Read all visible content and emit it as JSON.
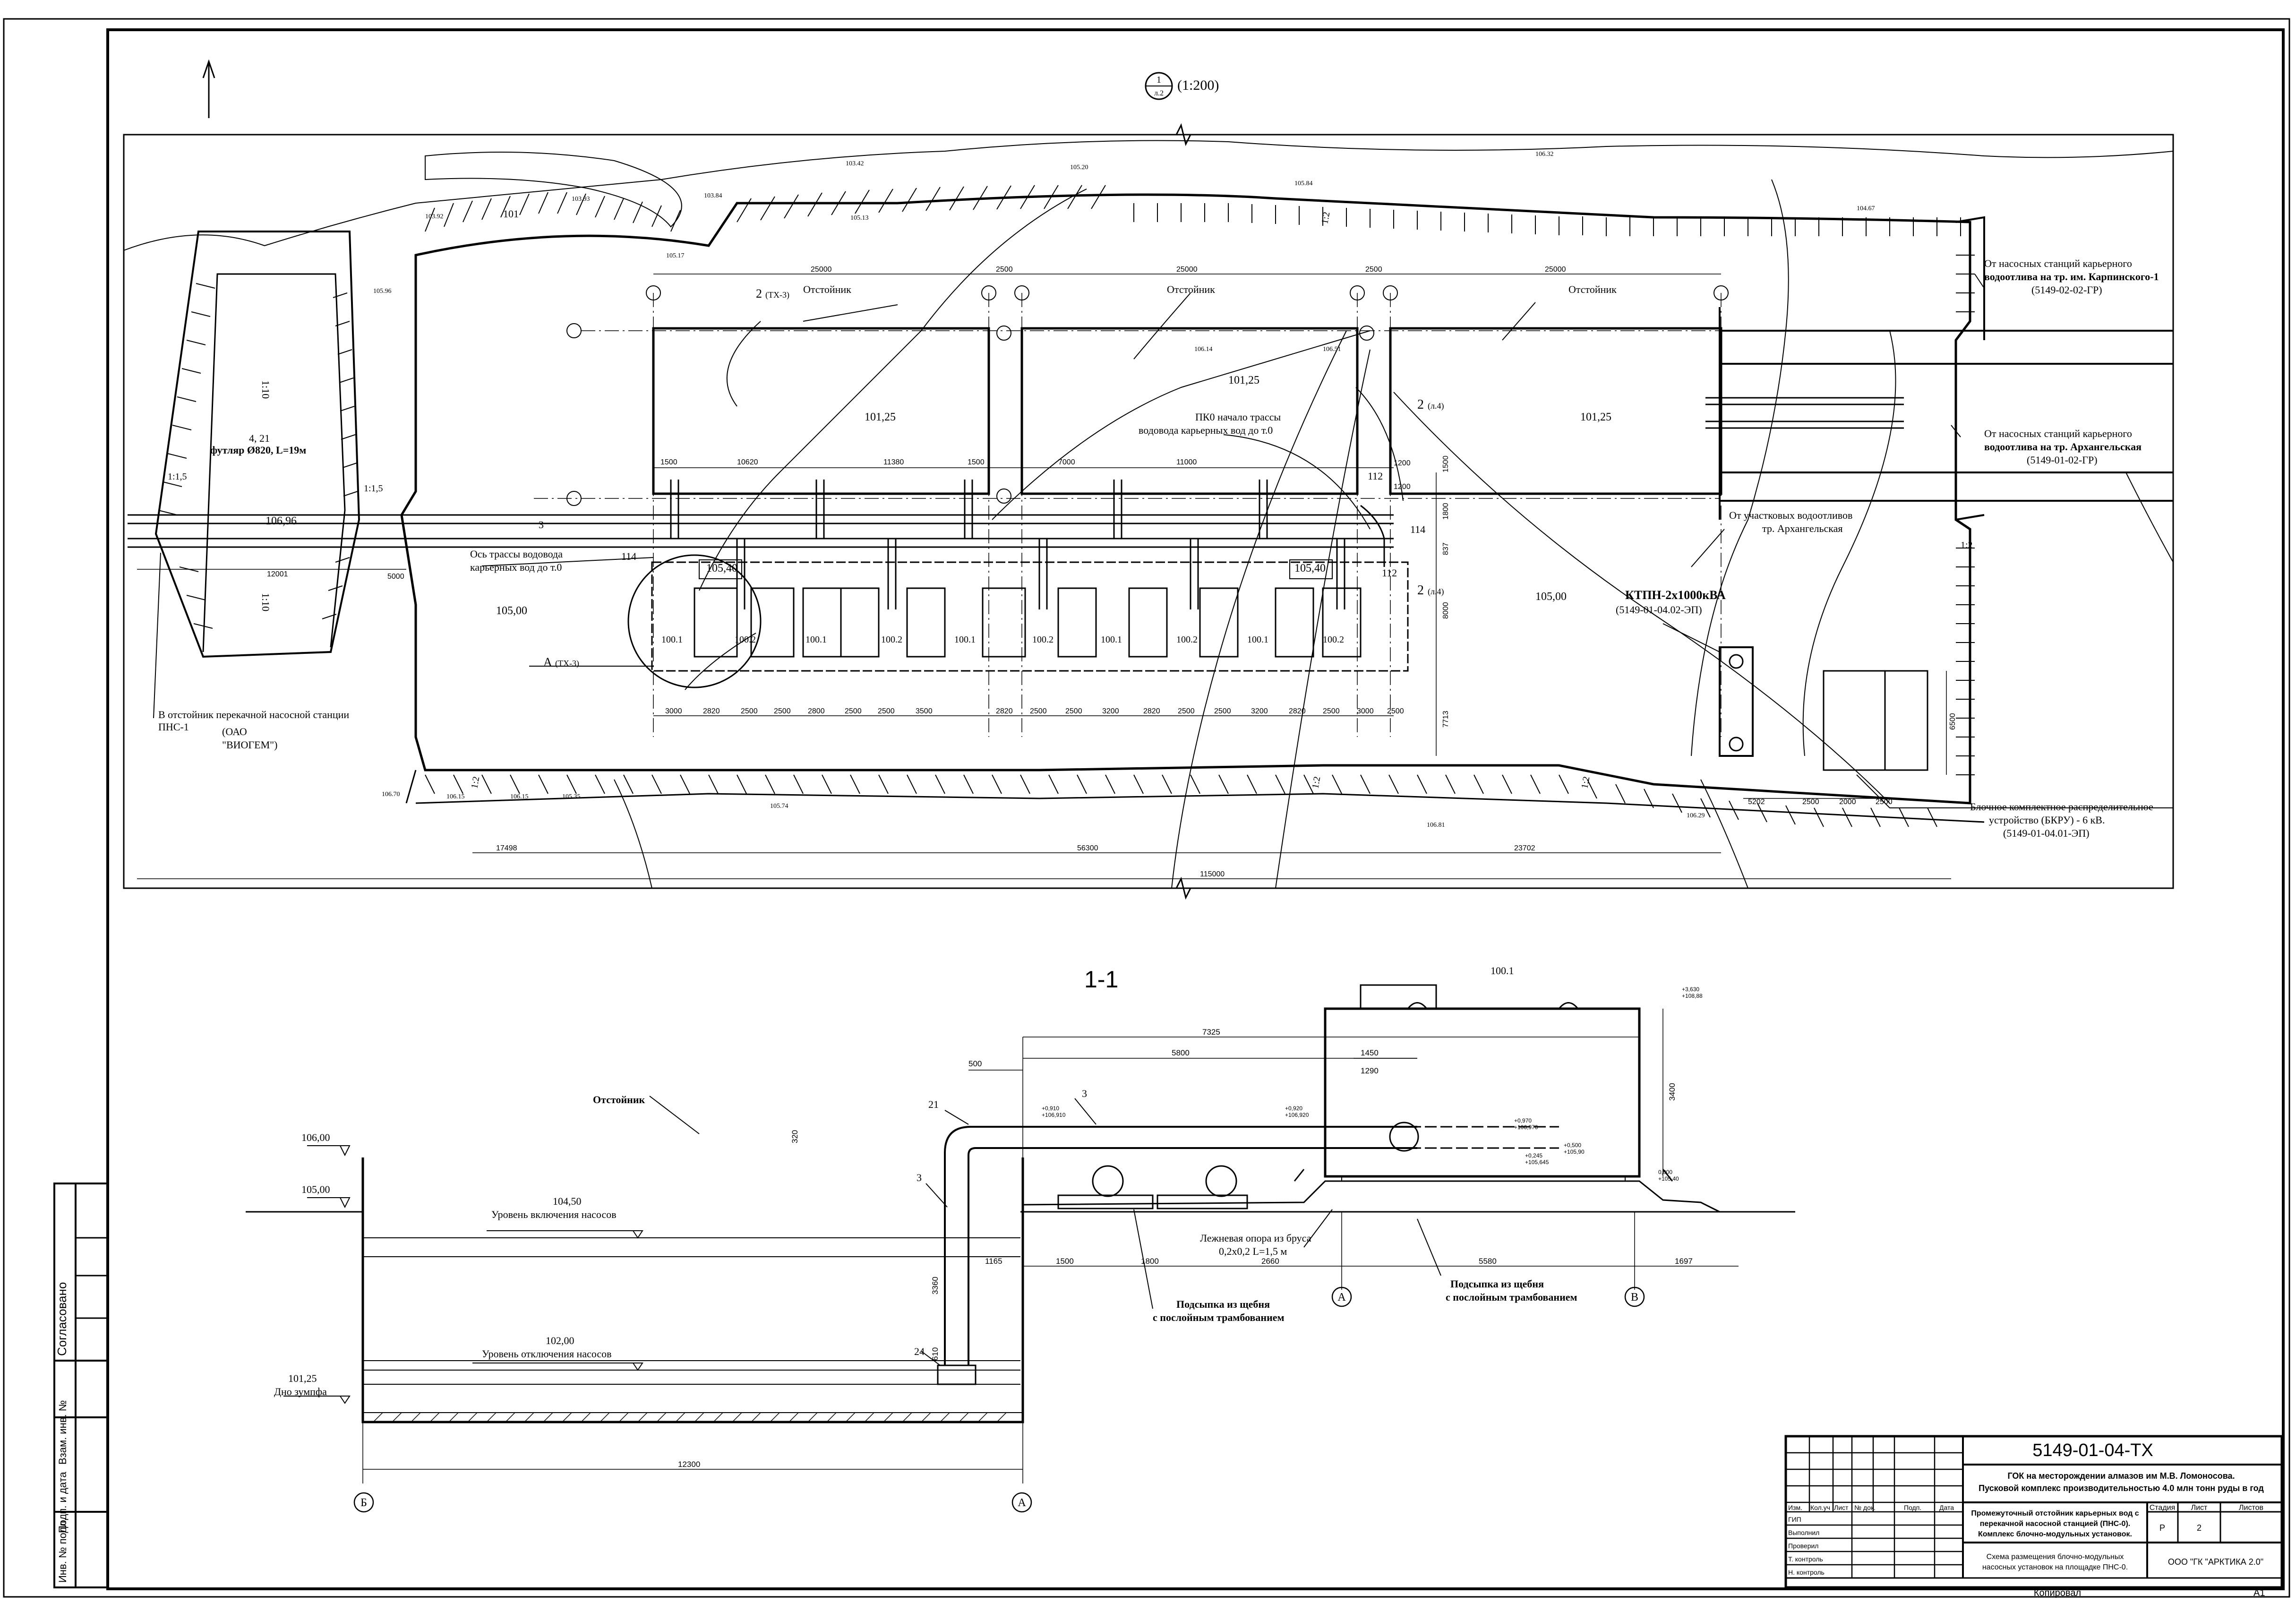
{
  "plan": {
    "view_callout_top": "1",
    "view_callout_bottom": "л.2",
    "view_scale": "(1:200)",
    "labels": {
      "sump": "Отстойник",
      "sump2": "Отстойник",
      "sump3": "Отстойник",
      "casing": "футляр Ø820, L=19м",
      "casing_top": "4, 21",
      "pk0_1": "ПК0 начало трассы",
      "pk0_2": "водовода карьерных вод до т.0",
      "axis_1": "Ось трассы водовода",
      "axis_2": "карьерных вод до т.0",
      "inflow1_1": "От насосных станций карьерного",
      "inflow1_2": "водоотлива на тр. им. Карпинского-1",
      "inflow1_3": "(5149-02-02-ГР)",
      "inflow2_1": "От насосных станций карьерного",
      "inflow2_2": "водоотлива на тр. Архангельская",
      "inflow2_3": "(5149-01-02-ГР)",
      "inflow3_1": "От участковых водоотливов",
      "inflow3_2": "тр. Архангельская",
      "ktpn_1": "КТПН-2х1000кВА",
      "ktpn_2": "(5149-01-04.02-ЭП)",
      "bkru_1": "Блочное комплектное распределительное",
      "bkru_2": "устройство (БКРУ) - 6 кВ.",
      "bkru_3": "(5149-01-04.01-ЭП)",
      "pns_1": "В отстойник перекачной насосной станции",
      "pns_2": "ПНС-1",
      "pns_3": "(ОАО",
      "pns_4": "\"ВИОГЕМ\")",
      "section_a": "А",
      "section_a_ref": "(ТХ-3)",
      "section_2": "2",
      "section_2_ref": "(ТХ-3)",
      "section_2_sheet": "(л.4)",
      "slope_110": "1:10",
      "slope_115": "1:1,5",
      "slope_12": "1:2"
    },
    "elevations": [
      "101,25",
      "101,25",
      "101,25",
      "106,96",
      "105,40",
      "105,40",
      "105,00",
      "105,00"
    ],
    "spot_levels": [
      "103.92",
      "103.93",
      "103.84",
      "103.42",
      "105.13",
      "105.20",
      "105.84",
      "106.32",
      "104.67",
      "106.14",
      "106.51",
      "105.74",
      "106.70",
      "106.15",
      "106.15",
      "105.35",
      "106.81",
      "106.29",
      "105.17",
      "105.96"
    ],
    "pipe_numbers": [
      "3",
      "114",
      "114",
      "112",
      "112",
      "101"
    ],
    "pump_labels": [
      "100.1",
      "100.2",
      "100.1",
      "100.2",
      "100.1",
      "100.2",
      "100.1",
      "100.2",
      "100.1",
      "100.2"
    ],
    "dims_top": [
      "25000",
      "2500",
      "25000",
      "2500",
      "25000"
    ],
    "dims_row": [
      "1500",
      "10620",
      "11380",
      "1500",
      "7000",
      "11000"
    ],
    "dims_bottom": [
      "3000",
      "2820",
      "2500",
      "2500",
      "2800",
      "2500",
      "2500",
      "3500",
      "2820",
      "2500",
      "2500",
      "3200",
      "2820",
      "2500",
      "2500",
      "3200",
      "2820",
      "2500",
      "3000",
      "2500"
    ],
    "dims_overall": [
      "17498",
      "56300",
      "23702",
      "115000"
    ],
    "dims_misc": [
      "12001",
      "5000",
      "1200",
      "1200",
      "1500",
      "1800",
      "837",
      "8000",
      "7713",
      "5202",
      "2500",
      "2000",
      "2500",
      "6500"
    ]
  },
  "section": {
    "title": "1-1",
    "sump": "Отстойник",
    "lvl_106": "106,00",
    "lvl_105": "105,00",
    "lvl_on_val": "104,50",
    "lvl_on_txt": "Уровень включения насосов",
    "lvl_off_val": "102,00",
    "lvl_off_txt": "Уровень отключения насосов",
    "lvl_bottom_val": "101,25",
    "lvl_bottom_txt": "Дно зумпфа",
    "pump": "100.1",
    "support_1": "Лежневая опора из бруса",
    "support_2": "0,2х0,2 L=1,5 м",
    "gravel1_1": "Подсыпка из щебня",
    "gravel1_2": "с послойным трамбованием",
    "gravel2_1": "Подсыпка из щебня",
    "gravel2_2": "с послойным трамбованием",
    "dims": [
      "7325",
      "5800",
      "1450",
      "1290",
      "500",
      "320",
      "3360",
      "610",
      "1165",
      "1500",
      "1800",
      "2660",
      "5580",
      "1697",
      "12300",
      "3400"
    ],
    "marks": [
      "21",
      "3",
      "3",
      "24"
    ],
    "axis_b": "Б",
    "axis_a": "А",
    "axis_a2": "А",
    "axis_b2": "В",
    "elev_small": [
      "+3,630",
      "+108,88",
      "+0,910",
      "+106,910",
      "+0,920",
      "+106,920",
      "+0,970",
      "+106,970",
      "+0,245",
      "+105,645",
      "+0,500",
      "+105,90",
      "0,000",
      "+105,40"
    ]
  },
  "side_stamp": {
    "agreed": "Согласовано",
    "cells": [
      "Взам. инв. №",
      "Подп. и дата",
      "Инв. № подл."
    ]
  },
  "title_block": {
    "code": "5149-01-04-ТХ",
    "project_1": "ГОК на месторождении алмазов им М.В. Ломоносова.",
    "project_2": "Пусковой комплекс производительностью 4.0 млн тонн руды в год",
    "object_1": "Промежуточный отстойник карьерных вод с",
    "object_2": "перекачной насосной станцией (ПНС-0).",
    "object_3": "Комплекс блочно-модульных установок.",
    "sheet_title_1": "Схема размещения блочно-модульных",
    "sheet_title_2": "насосных установок на площадке ПНС-0.",
    "company": "ООО \"ГК \"АРКТИКА 2.0\"",
    "col_headers": [
      "Изм.",
      "Кол.уч",
      "Лист",
      "№ док.",
      "Подп.",
      "Дата"
    ],
    "roles": [
      "ГИП",
      "Выполнил",
      "Проверил",
      "Т. контроль",
      "Н. контроль"
    ],
    "stage_hdr": "Стадия",
    "sheet_hdr": "Лист",
    "sheets_hdr": "Листов",
    "stage": "Р",
    "sheet": "2",
    "copied": "Копировал",
    "format": "А1"
  }
}
